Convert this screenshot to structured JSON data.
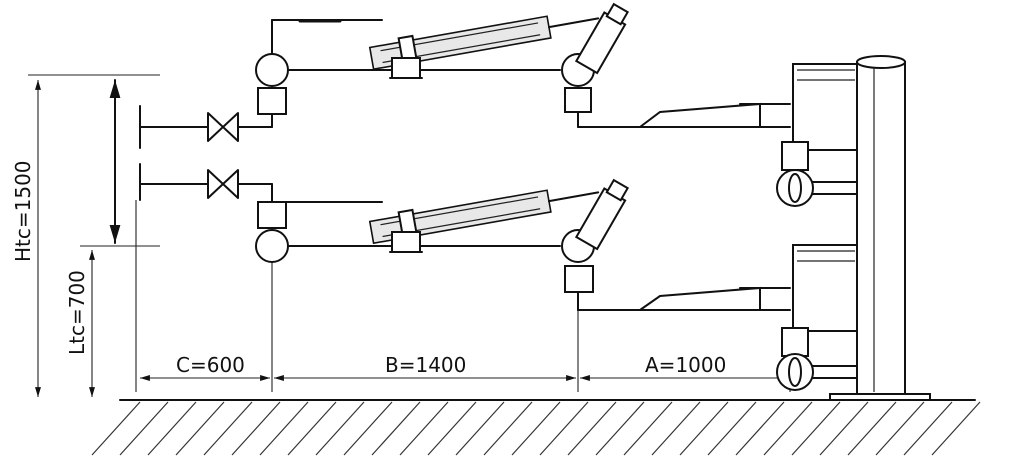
{
  "dimensions": {
    "htc": "Htc=1500",
    "ltc": "Ltc=700",
    "c": "C=600",
    "b": "B=1400",
    "a": "A=1000"
  }
}
